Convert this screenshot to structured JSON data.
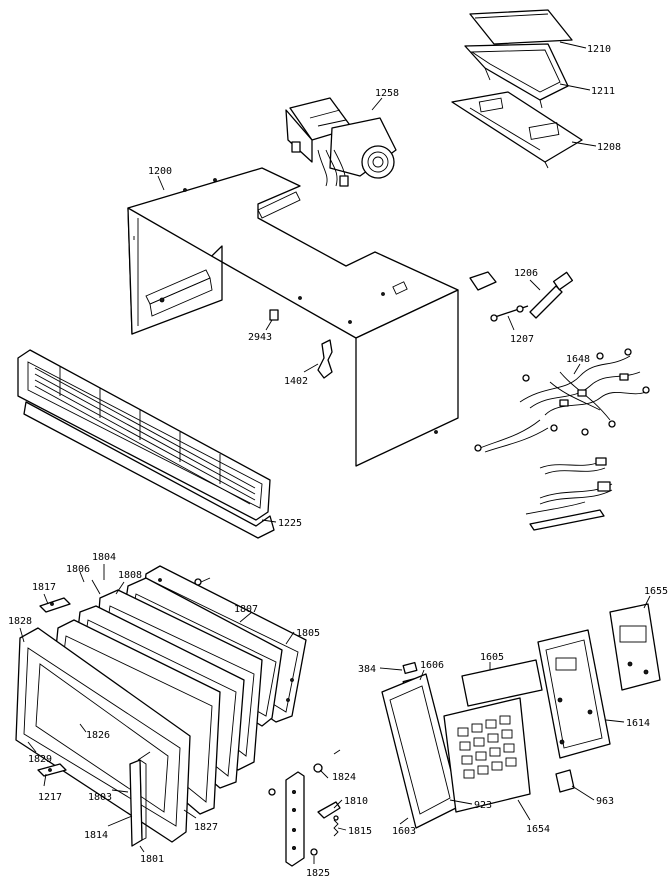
{
  "labels": {
    "p1210": "1210",
    "p1211": "1211",
    "p1208": "1208",
    "p1258": "1258",
    "p1200": "1200",
    "p1206": "1206",
    "p1207": "1207",
    "p2943": "2943",
    "p1648": "1648",
    "p1402": "1402",
    "p1225": "1225",
    "p1804": "1804",
    "p1806": "1806",
    "p1808": "1808",
    "p1817": "1817",
    "p1828": "1828",
    "p1807": "1807",
    "p1805": "1805",
    "p1826": "1826",
    "p1829": "1829",
    "p1217": "1217",
    "p1803a": "1803",
    "p1814": "1814",
    "p1801": "1801",
    "p1827": "1827",
    "p1824": "1824",
    "p1810": "1810",
    "p1815": "1815",
    "p1825": "1825",
    "p384": "384",
    "p1605": "1605",
    "p1606": "1606",
    "p923": "923",
    "p1603b": "1603",
    "p1654": "1654",
    "p1655": "1655",
    "p1614": "1614",
    "p963": "963"
  }
}
